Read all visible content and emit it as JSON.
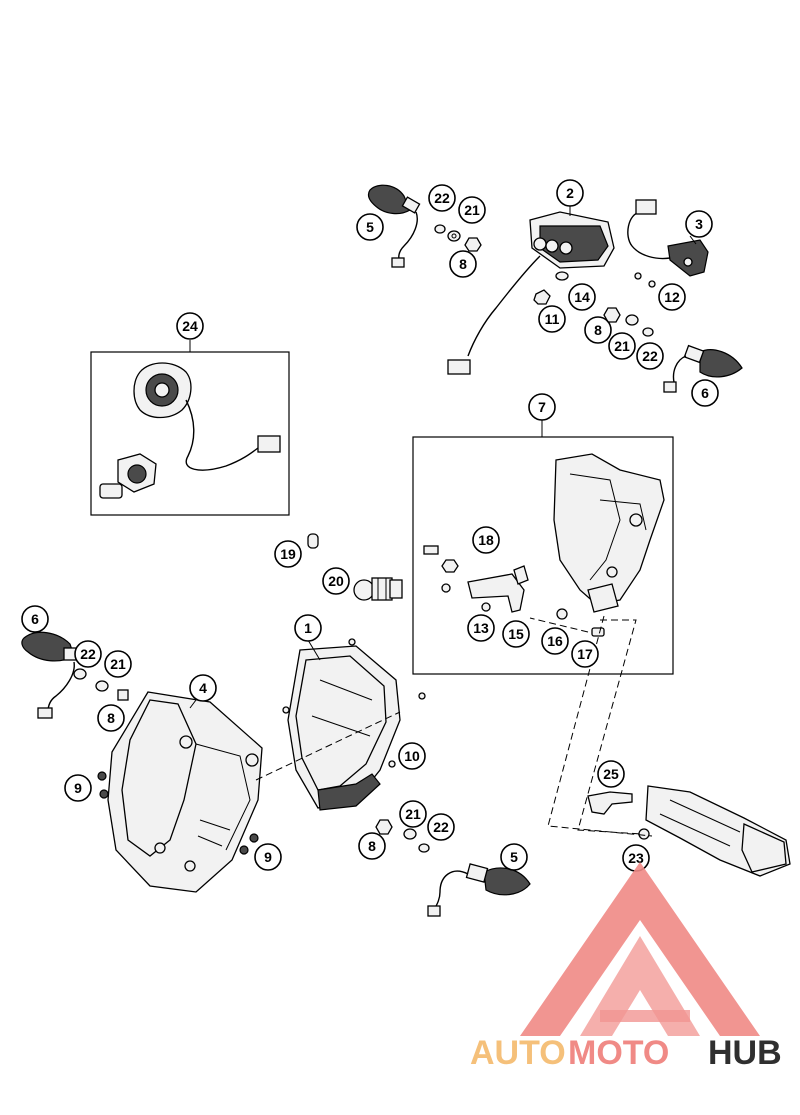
{
  "callouts": [
    {
      "id": "c1",
      "label": "1"
    },
    {
      "id": "c2",
      "label": "2"
    },
    {
      "id": "c3",
      "label": "3"
    },
    {
      "id": "c4",
      "label": "4"
    },
    {
      "id": "c5a",
      "label": "5"
    },
    {
      "id": "c5b",
      "label": "5"
    },
    {
      "id": "c6a",
      "label": "6"
    },
    {
      "id": "c6b",
      "label": "6"
    },
    {
      "id": "c7",
      "label": "7"
    },
    {
      "id": "c8a",
      "label": "8"
    },
    {
      "id": "c8b",
      "label": "8"
    },
    {
      "id": "c8c",
      "label": "8"
    },
    {
      "id": "c8d",
      "label": "8"
    },
    {
      "id": "c9a",
      "label": "9"
    },
    {
      "id": "c9b",
      "label": "9"
    },
    {
      "id": "c10",
      "label": "10"
    },
    {
      "id": "c11",
      "label": "11"
    },
    {
      "id": "c12",
      "label": "12"
    },
    {
      "id": "c13",
      "label": "13"
    },
    {
      "id": "c14",
      "label": "14"
    },
    {
      "id": "c15",
      "label": "15"
    },
    {
      "id": "c16",
      "label": "16"
    },
    {
      "id": "c17",
      "label": "17"
    },
    {
      "id": "c18",
      "label": "18"
    },
    {
      "id": "c19",
      "label": "19"
    },
    {
      "id": "c20",
      "label": "20"
    },
    {
      "id": "c21a",
      "label": "21"
    },
    {
      "id": "c21b",
      "label": "21"
    },
    {
      "id": "c21c",
      "label": "21"
    },
    {
      "id": "c21d",
      "label": "21"
    },
    {
      "id": "c22a",
      "label": "22"
    },
    {
      "id": "c22b",
      "label": "22"
    },
    {
      "id": "c22c",
      "label": "22"
    },
    {
      "id": "c22d",
      "label": "22"
    },
    {
      "id": "c23",
      "label": "23"
    },
    {
      "id": "c24",
      "label": "24"
    },
    {
      "id": "c25",
      "label": "25"
    }
  ],
  "watermark": {
    "text_part1": "AUTO",
    "text_part2": "MOTO",
    "text_part3": "HUB",
    "color_1": "#f5c07a",
    "color_2": "#f08a86",
    "color_3": "#2f2f2f"
  }
}
